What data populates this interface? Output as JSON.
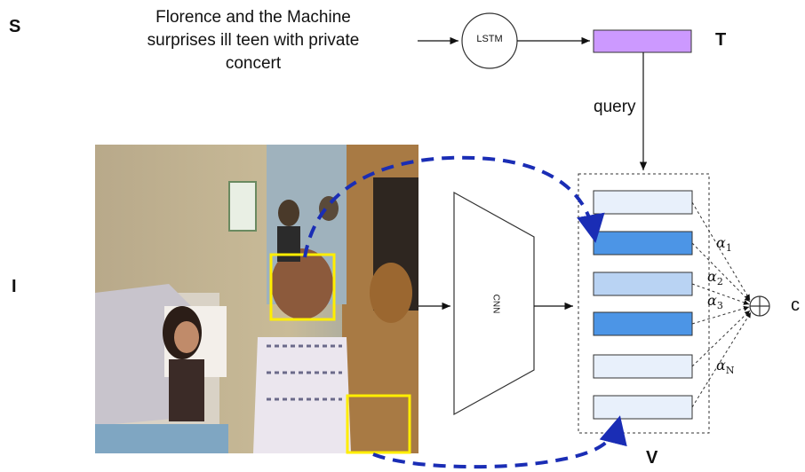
{
  "labels": {
    "s": "S",
    "i": "I",
    "t": "T",
    "v": "V",
    "c": "c",
    "query": "query",
    "lstm": "LSTM",
    "cnn": "CNN"
  },
  "sentence": {
    "line1": "Florence and the Machine",
    "line2": "surprises ill teen with private",
    "line3": "concert"
  },
  "alphas": [
    {
      "symbol": "α",
      "sub": "1"
    },
    {
      "symbol": "α",
      "sub": "2"
    },
    {
      "symbol": "α",
      "sub": "3"
    },
    {
      "symbol": "α",
      "sub": "N"
    }
  ],
  "colors": {
    "query_vector": "#cc99ff",
    "attention_arrow": "#1a2db5",
    "highlight_box": "#ffee00",
    "feature_light": "#e8f0fb",
    "feature_mid": "#b9d3f3",
    "feature_strong": "#4c95e6"
  }
}
